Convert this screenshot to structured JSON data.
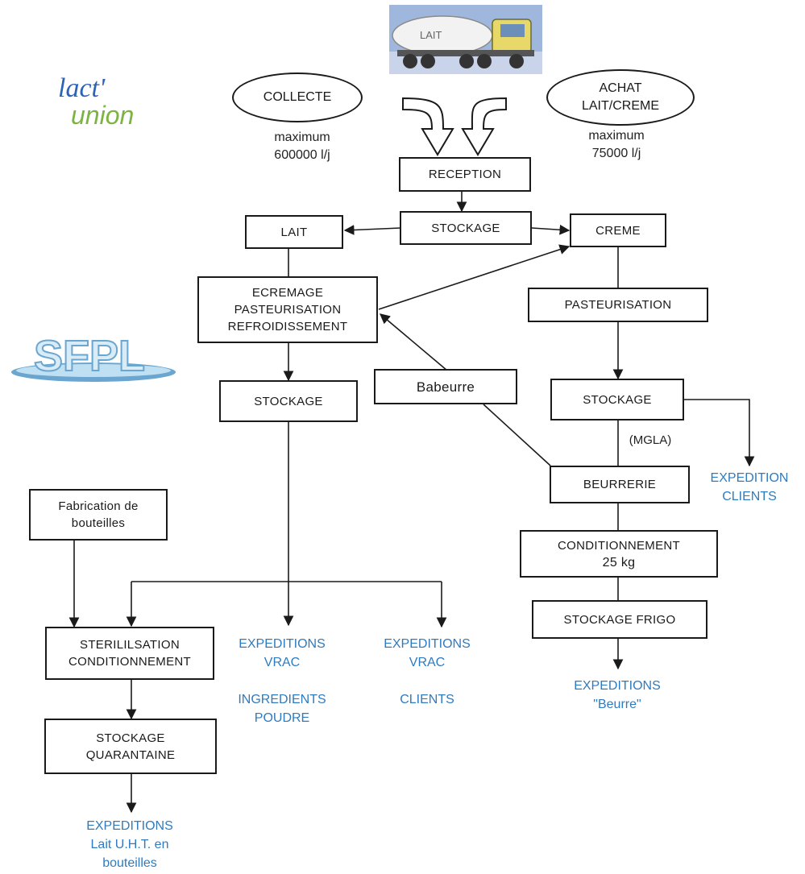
{
  "logos": {
    "lact_union": "lact' union",
    "sfpl": "SFPL",
    "truck_label": "LAIT"
  },
  "nodes": {
    "collecte": "COLLECTE",
    "achat": [
      "ACHAT",
      "LAIT/CREME"
    ],
    "reception": "RECEPTION",
    "stockage_main": "STOCKAGE",
    "lait": "LAIT",
    "creme": "CREME",
    "ecremage": [
      "ECREMAGE",
      "PASTEURISATION",
      "REFROIDISSEMENT"
    ],
    "pasteurisation": "PASTEURISATION",
    "babeurre": "Babeurre",
    "stockage_lait": "STOCKAGE",
    "stockage_creme": "STOCKAGE",
    "mgla": "(MGLA)",
    "beurrerie": "BEURRERIE",
    "conditionnement": [
      "CONDITIONNEMENT",
      "25 kg"
    ],
    "stockage_frigo": "STOCKAGE FRIGO",
    "fabrication": [
      "Fabrication de",
      "bouteilles"
    ],
    "sterilisation": [
      "STERILILSATION",
      "CONDITIONNEMENT"
    ],
    "quarantaine": [
      "STOCKAGE",
      "QUARANTAINE"
    ]
  },
  "notes": {
    "collecte_max": [
      "maximum",
      "600000 l/j"
    ],
    "achat_max": [
      "maximum",
      "75000 l/j"
    ]
  },
  "outputs": {
    "expedition_clients": [
      "EXPEDITION",
      "CLIENTS"
    ],
    "expeditions_vrac_ingredients": [
      "EXPEDITIONS",
      "VRAC",
      "",
      "INGREDIENTS",
      "POUDRE"
    ],
    "expeditions_vrac_clients": [
      "EXPEDITIONS",
      "VRAC",
      "",
      "CLIENTS"
    ],
    "expeditions_beurre": [
      "EXPEDITIONS",
      "\"Beurre\""
    ],
    "expeditions_uht": [
      "EXPEDITIONS",
      "Lait U.H.T. en",
      "bouteilles"
    ]
  },
  "colors": {
    "line": "#1a1a1a",
    "output_text": "#2f7bbf",
    "lact_blue": "#2a63b8",
    "lact_green": "#7cb342",
    "sfpl_light": "#bfe0f2",
    "sfpl_dark": "#6aa6cf"
  }
}
